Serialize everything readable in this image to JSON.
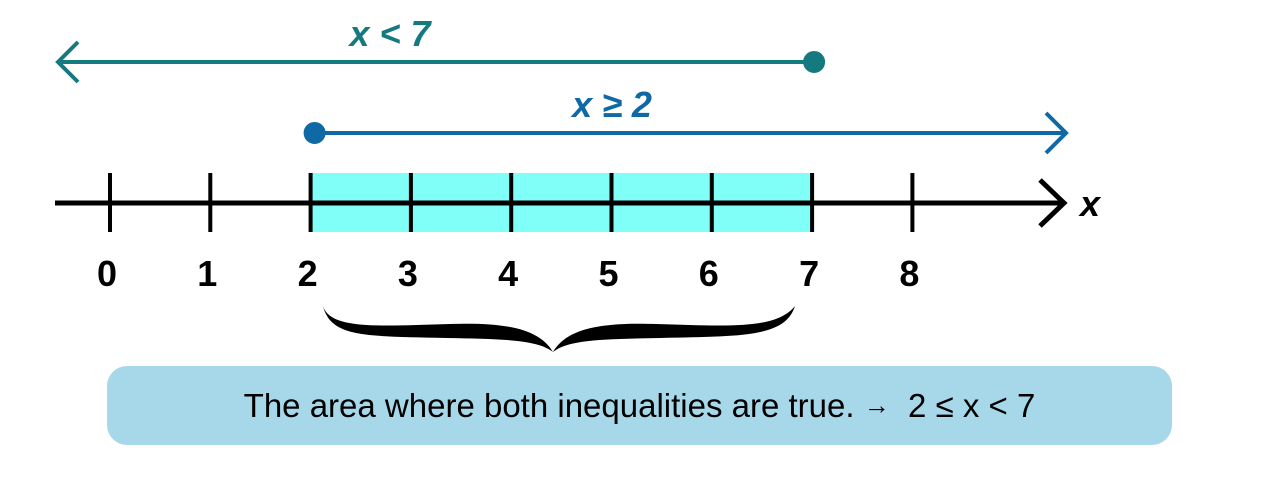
{
  "number_line": {
    "ticks": [
      0,
      1,
      2,
      3,
      4,
      5,
      6,
      7,
      8
    ],
    "tick_labels": [
      "0",
      "1",
      "2",
      "3",
      "4",
      "5",
      "6",
      "7",
      "8"
    ],
    "axis_label": "x",
    "shaded_range": [
      2,
      7
    ],
    "shade_color": "#80fff8"
  },
  "inequalities": [
    {
      "label": "x < 7",
      "endpoint": 7,
      "direction": "left",
      "closed": true,
      "color": "#157a80"
    },
    {
      "label": "x ≥ 2",
      "endpoint": 2,
      "direction": "right",
      "closed": true,
      "color": "#0e69a6"
    }
  ],
  "caption": {
    "text": "The area where both inequalities are true. ",
    "arrow": "→",
    "result": "  2 ≤ x < 7",
    "bg_color": "#a6d8ea"
  }
}
